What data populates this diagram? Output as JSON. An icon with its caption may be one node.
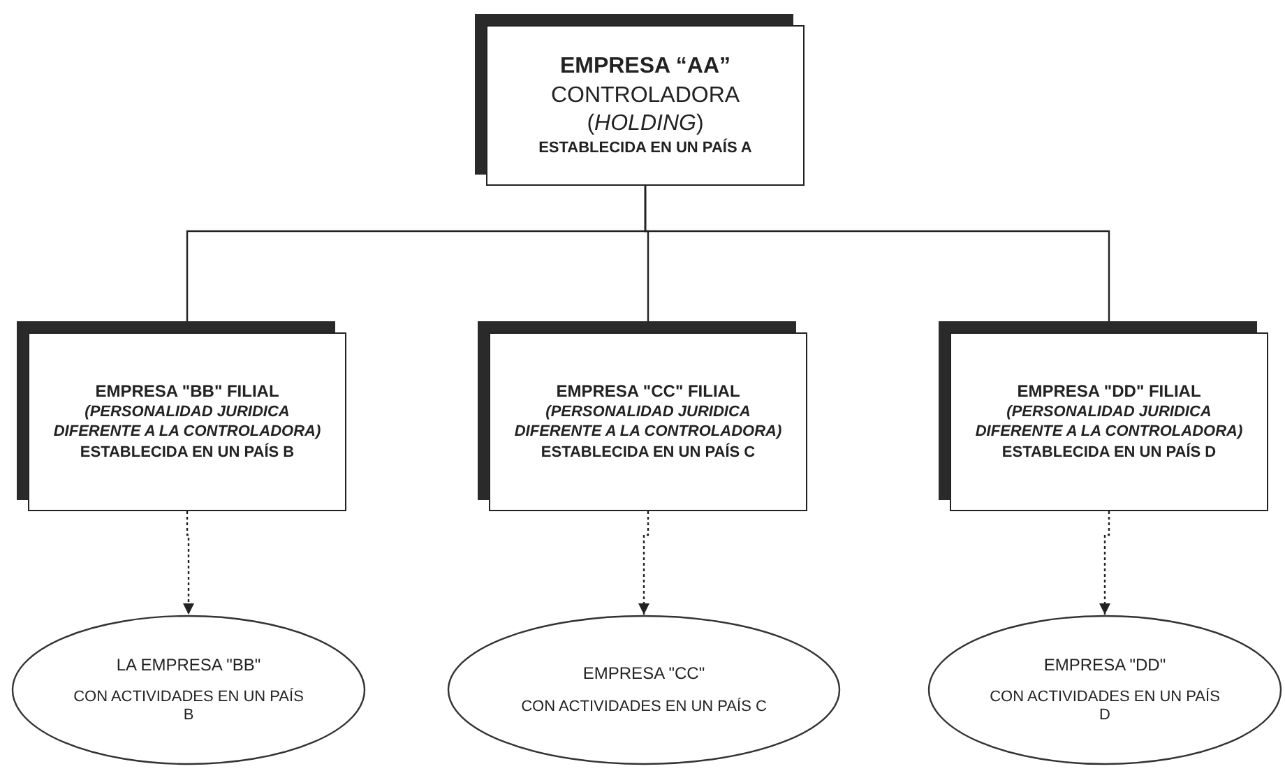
{
  "diagram": {
    "nodes": [
      {
        "text": [
          "EMPRESA “AA”",
          "CONTROLADORA (*HOLDING*)",
          "ESTABLECIDA EN UN PAÍS A"
        ]
      },
      {
        "text": [
          "EMPRESA \"BB\" FILIAL",
          "(PERSONALIDAD JURIDICA DIFERENTE A LA CONTROLADORA)",
          "ESTABLECIDA EN UN PAÍS B"
        ]
      },
      {
        "text": [
          "EMPRESA \"CC\" FILIAL",
          "(PERSONALIDAD JURIDICA DIFERENTE A LA CONTROLADORA)",
          "ESTABLECIDA EN UN PAÍS C"
        ]
      },
      {
        "text": [
          "EMPRESA \"DD\" FILIAL",
          "(PERSONALIDAD JURIDICA DIFERENTE A LA CONTROLADORA)",
          "ESTABLECIDA EN UN PAÍS D"
        ]
      },
      {
        "text": [
          "LA EMPRESA \"BB\"",
          "CON ACTIVIDADES EN UN PAÍS B"
        ]
      },
      {
        "text": [
          "EMPRESA \"CC\"",
          "CON ACTIVIDADES EN UN PAÍS C"
        ]
      },
      {
        "text": [
          "EMPRESA \"DD\"",
          "CON ACTIVIDADES EN UN PAÍS D"
        ]
      }
    ],
    "edges": [
      {
        "from": 0,
        "to": 1,
        "arrow": "to"
      },
      {
        "from": 0,
        "to": 2,
        "arrow": "to"
      },
      {
        "from": 0,
        "to": 3,
        "arrow": "to"
      },
      {
        "from": 1,
        "to": 4,
        "arrow": "to",
        "style": "dashed"
      },
      {
        "from": 2,
        "to": 5,
        "arrow": "to",
        "style": "dashed"
      },
      {
        "from": 3,
        "to": 6,
        "arrow": "to",
        "style": "dashed"
      }
    ]
  }
}
